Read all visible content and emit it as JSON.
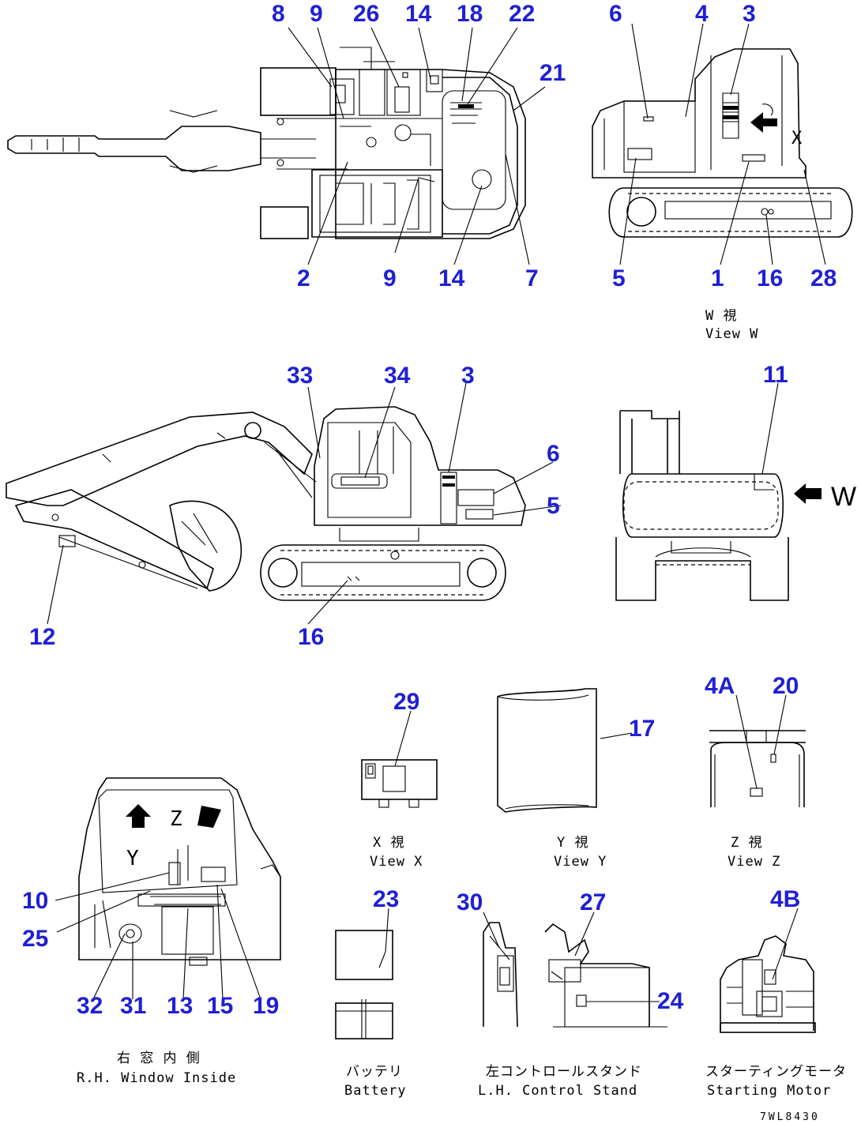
{
  "callouts": {
    "top": [
      "8",
      "9",
      "26",
      "14",
      "18",
      "22",
      "21"
    ],
    "top_bottom": [
      "2",
      "9",
      "14",
      "7"
    ],
    "view_w_top": [
      "6",
      "4",
      "3"
    ],
    "view_w_bottom": [
      "5",
      "1",
      "16",
      "28"
    ],
    "side": [
      "33",
      "34",
      "3",
      "6",
      "5",
      "12",
      "16"
    ],
    "rear": [
      "11"
    ],
    "view_x": [
      "29"
    ],
    "view_y": [
      "17"
    ],
    "view_z": [
      "4A",
      "20"
    ],
    "window": [
      "10",
      "25",
      "32",
      "31",
      "13",
      "15",
      "19"
    ],
    "battery": [
      "23"
    ],
    "control_stand": [
      "30",
      "27",
      "24"
    ],
    "starting_motor": [
      "4B"
    ]
  },
  "captions": {
    "view_w_jp": "W 視",
    "view_w_en": "View W",
    "view_x_jp": "X 視",
    "view_x_en": "View X",
    "view_y_jp": "Y 視",
    "view_y_en": "View Y",
    "view_z_jp": "Z 視",
    "view_z_en": "View Z",
    "window_jp": "右 窓 内 側",
    "window_en": "R.H. Window Inside",
    "battery_jp": "バッテリ",
    "battery_en": "Battery",
    "stand_jp": "左コントロールスタンド",
    "stand_en": "L.H. Control Stand",
    "motor_jp": "スターティングモータ",
    "motor_en": "Starting Motor"
  },
  "letters": {
    "w_arrow_label": "W",
    "cab_y": "Y",
    "cab_z": "Z",
    "view_w_x": "X"
  },
  "drawing_code": "7WL8430",
  "colors": {
    "callout": "#1f1fd6",
    "line": "#000000",
    "background": "#ffffff"
  }
}
